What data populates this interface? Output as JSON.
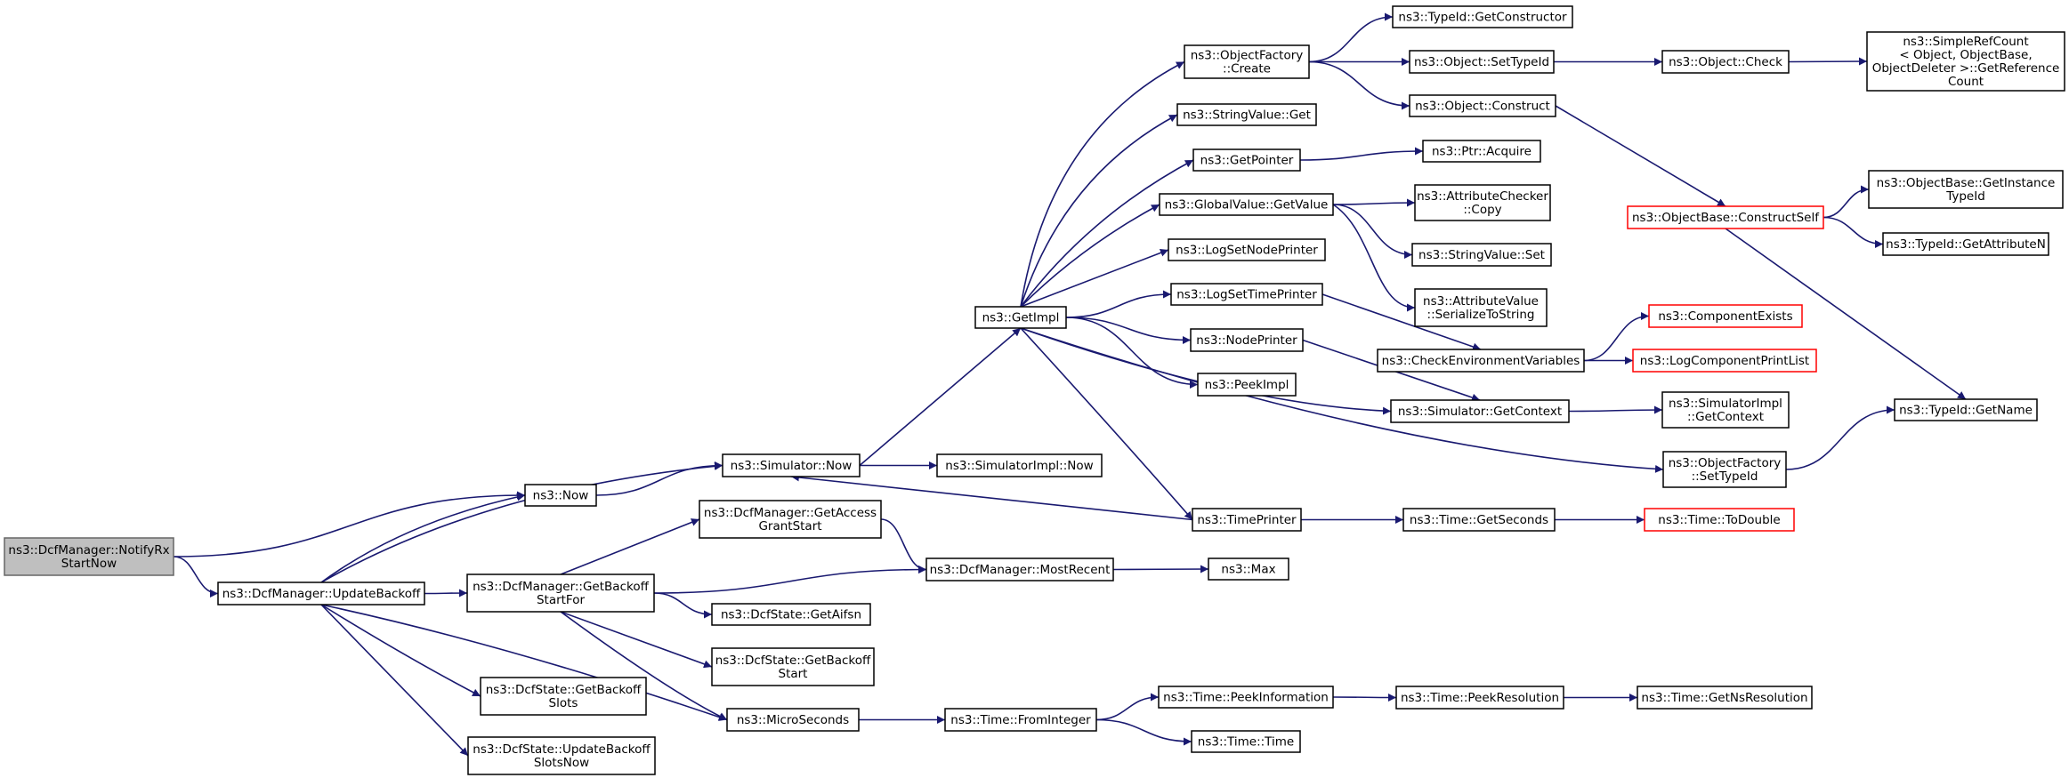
{
  "colors": {
    "edge": "#191970",
    "border": "#000000",
    "truncated_border": "#ff0000",
    "root_fill": "#bfbfbf"
  },
  "nodes": {
    "notify_rx_start_now": [
      "ns3::DcfManager::NotifyRx",
      "StartNow"
    ],
    "update_backoff": [
      "ns3::DcfManager::UpdateBackoff"
    ],
    "now": [
      "ns3::Now"
    ],
    "simulator_now": [
      "ns3::Simulator::Now"
    ],
    "get_access_grant_start": [
      "ns3::DcfManager::GetAccess",
      "GrantStart"
    ],
    "get_backoff_start_for": [
      "ns3::DcfManager::GetBackoff",
      "StartFor"
    ],
    "dcfstate_get_backoff_slots": [
      "ns3::DcfState::GetBackoff",
      "Slots"
    ],
    "dcfstate_update_backoff_slots_now": [
      "ns3::DcfState::UpdateBackoff",
      "SlotsNow"
    ],
    "micro_seconds": [
      "ns3::MicroSeconds"
    ],
    "dcfstate_get_aifsn": [
      "ns3::DcfState::GetAifsn"
    ],
    "dcfstate_get_backoff_start": [
      "ns3::DcfState::GetBackoff",
      "Start"
    ],
    "most_recent": [
      "ns3::DcfManager::MostRecent"
    ],
    "max": [
      "ns3::Max"
    ],
    "time_from_integer": [
      "ns3::Time::FromInteger"
    ],
    "time_peek_information": [
      "ns3::Time::PeekInformation"
    ],
    "time_time": [
      "ns3::Time::Time"
    ],
    "time_peek_resolution": [
      "ns3::Time::PeekResolution"
    ],
    "time_get_ns_resolution": [
      "ns3::Time::GetNsResolution"
    ],
    "simulator_impl_now": [
      "ns3::SimulatorImpl::Now"
    ],
    "get_impl": [
      "ns3::GetImpl"
    ],
    "object_factory_create": [
      "ns3::ObjectFactory",
      "::Create"
    ],
    "string_value_get": [
      "ns3::StringValue::Get"
    ],
    "get_pointer": [
      "ns3::GetPointer"
    ],
    "global_value_get_value": [
      "ns3::GlobalValue::GetValue"
    ],
    "log_set_node_printer": [
      "ns3::LogSetNodePrinter"
    ],
    "log_set_time_printer": [
      "ns3::LogSetTimePrinter"
    ],
    "node_printer": [
      "ns3::NodePrinter"
    ],
    "peek_impl": [
      "ns3::PeekImpl"
    ],
    "time_printer": [
      "ns3::TimePrinter"
    ],
    "typeid_get_constructor": [
      "ns3::TypeId::GetConstructor"
    ],
    "object_set_typeid": [
      "ns3::Object::SetTypeId"
    ],
    "object_construct": [
      "ns3::Object::Construct"
    ],
    "object_check": [
      "ns3::Object::Check"
    ],
    "simple_ref_count_get_reference_count": [
      "ns3::SimpleRefCount",
      "< Object, ObjectBase,",
      "ObjectDeleter >::GetReference",
      "Count"
    ],
    "ptr_acquire": [
      "ns3::Ptr::Acquire"
    ],
    "attribute_checker_copy": [
      "ns3::AttributeChecker",
      "::Copy"
    ],
    "string_value_set": [
      "ns3::StringValue::Set"
    ],
    "attribute_value_serialize_to_string": [
      "ns3::AttributeValue",
      "::SerializeToString"
    ],
    "check_environment_variables": [
      "ns3::CheckEnvironmentVariables"
    ],
    "simulator_get_context": [
      "ns3::Simulator::GetContext"
    ],
    "time_get_seconds": [
      "ns3::Time::GetSeconds"
    ],
    "object_base_construct_self": [
      "ns3::ObjectBase::ConstructSelf"
    ],
    "component_exists": [
      "ns3::ComponentExists"
    ],
    "log_component_print_list": [
      "ns3::LogComponentPrintList"
    ],
    "simulator_impl_get_context": [
      "ns3::SimulatorImpl",
      "::GetContext"
    ],
    "object_factory_set_typeid": [
      "ns3::ObjectFactory",
      "::SetTypeId"
    ],
    "time_to_double": [
      "ns3::Time::ToDouble"
    ],
    "object_base_get_instance_typeid": [
      "ns3::ObjectBase::GetInstance",
      "TypeId"
    ],
    "typeid_get_attribute_n": [
      "ns3::TypeId::GetAttributeN"
    ],
    "typeid_get_name": [
      "ns3::TypeId::GetName"
    ]
  }
}
